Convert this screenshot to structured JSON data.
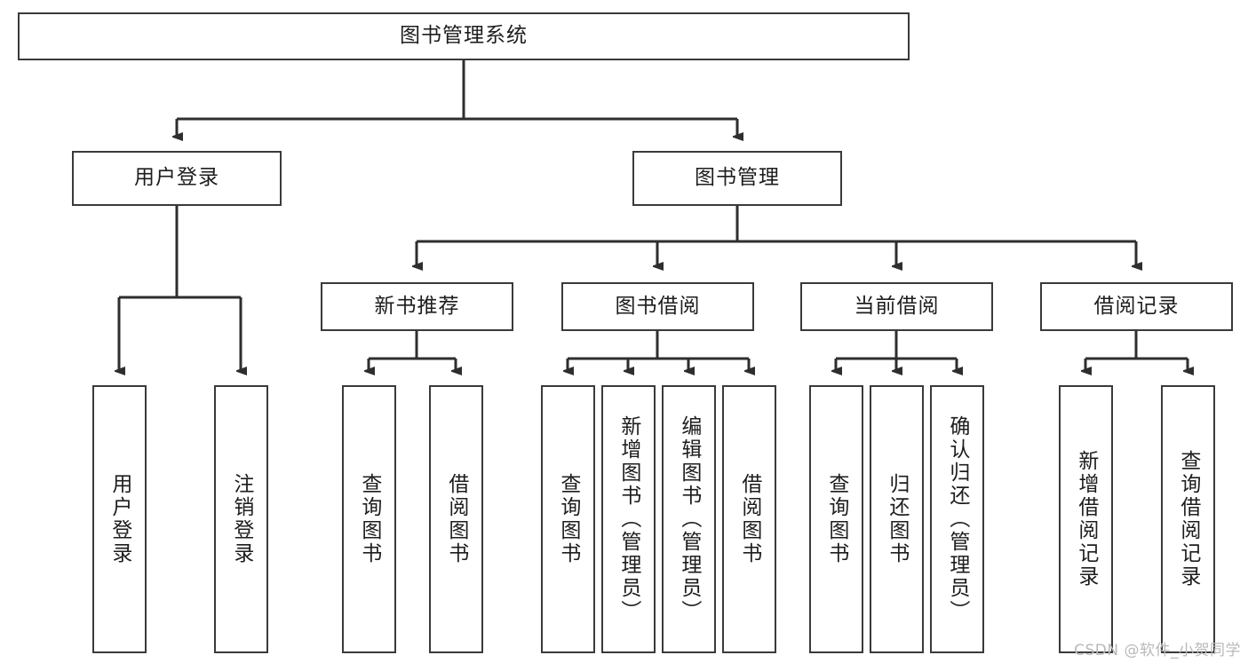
{
  "diagram": {
    "type": "tree-hierarchy",
    "title": "图书管理系统",
    "root": {
      "label": "图书管理系统"
    },
    "level2": [
      {
        "label": "用户登录"
      },
      {
        "label": "图书管理"
      }
    ],
    "level3": [
      {
        "label": "新书推荐"
      },
      {
        "label": "图书借阅"
      },
      {
        "label": "当前借阅"
      },
      {
        "label": "借阅记录"
      }
    ],
    "leaves": {
      "user_login": [
        {
          "label": "用户登录"
        },
        {
          "label": "注销登录"
        }
      ],
      "new_book_recommend": [
        {
          "label": "查询图书"
        },
        {
          "label": "借阅图书"
        }
      ],
      "book_borrow": [
        {
          "label": "查询图书"
        },
        {
          "label": "新增图书（管理员）"
        },
        {
          "label": "编辑图书（管理员）"
        },
        {
          "label": "借阅图书"
        }
      ],
      "current_borrow": [
        {
          "label": "查询图书"
        },
        {
          "label": "归还图书"
        },
        {
          "label": "确认归还（管理员）"
        }
      ],
      "borrow_record": [
        {
          "label": "新增借阅记录"
        },
        {
          "label": "查询借阅记录"
        }
      ]
    }
  },
  "watermark": {
    "text": "CSDN @软件_小贺同学"
  },
  "colors": {
    "border": "#3a3a3a",
    "text": "#1d1d1d",
    "background": "#ffffff",
    "watermark": "#b9b9b9"
  }
}
